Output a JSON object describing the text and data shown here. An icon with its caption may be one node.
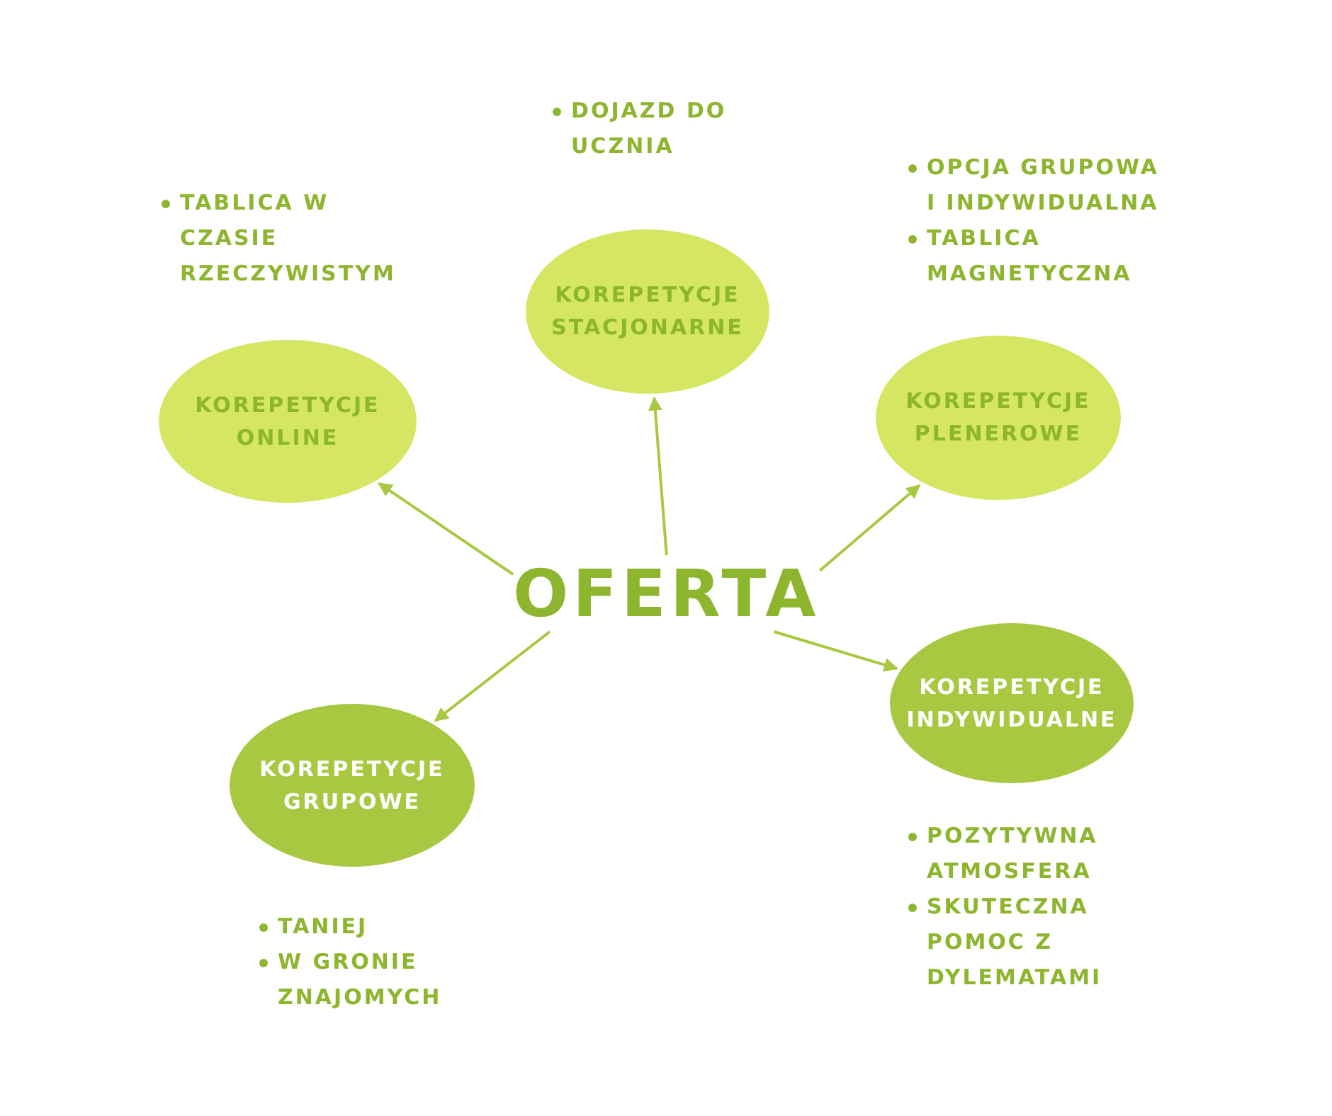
{
  "diagram": {
    "nodes": [
      {
        "text": [
          "KOREPETYCJE STACJONARNE"
        ],
        "beside": [
          "DOJAZD DO UCZNIA"
        ]
      },
      {
        "text": [
          "KOREPETYCJE ONLINE"
        ],
        "beside": [
          "TABLICA W CZASIE RZECZYWISTYM"
        ]
      },
      {
        "text": [
          "KOREPETYCJE PLENEROWE"
        ],
        "beside": [
          "OPCJA GRUPOWA I INDYWIDUALNA",
          "TABLICA MAGNETYCZNA"
        ]
      },
      {
        "text": [
          "OFERTA"
        ]
      },
      {
        "text": [
          "KOREPETYCJE INDYWIDUALNE"
        ],
        "beside": [
          "POZYTYWNA ATMOSFERA",
          "SKUTECZNA POMOC Z DYLEMATAMI"
        ]
      },
      {
        "text": [
          "KOREPETYCJE GRUPOWE"
        ],
        "beside": [
          "TANIEJ",
          "W GRONIE ZNAJOMYCH"
        ]
      }
    ],
    "edges": [
      {
        "from": 3,
        "to": 0,
        "arrow": "to"
      },
      {
        "from": 3,
        "to": 1,
        "arrow": "to"
      },
      {
        "from": 3,
        "to": 2,
        "arrow": "to"
      },
      {
        "from": 3,
        "to": 4,
        "arrow": "to"
      },
      {
        "from": 3,
        "to": 5,
        "arrow": "to"
      }
    ]
  }
}
